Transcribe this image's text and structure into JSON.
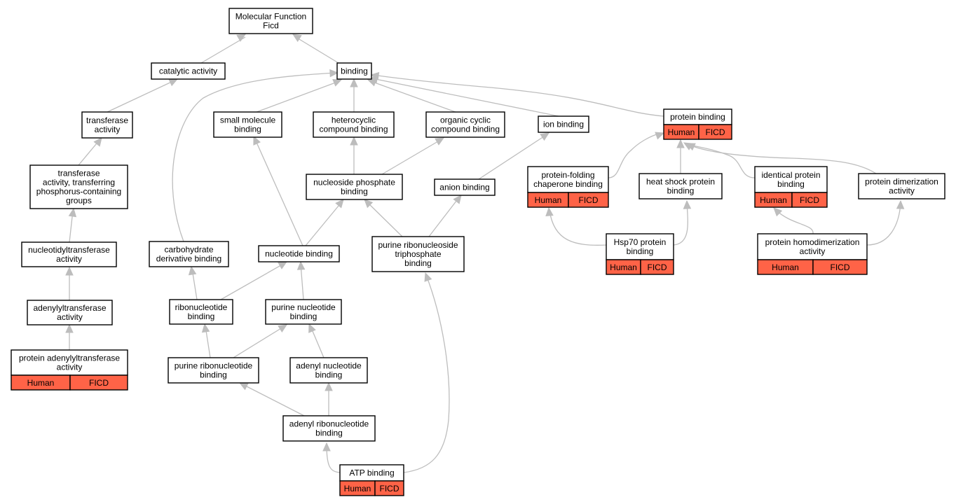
{
  "colors": {
    "annotation_fill": "#ff6347",
    "edge": "#bdbdbd",
    "node_border": "#000000",
    "node_fill": "#ffffff"
  },
  "nodes": {
    "root": {
      "lines": [
        "Molecular Function",
        "Ficd"
      ]
    },
    "catalytic": {
      "lines": [
        "catalytic activity"
      ]
    },
    "binding": {
      "lines": [
        "binding"
      ]
    },
    "transferase": {
      "lines": [
        "transferase",
        "activity"
      ]
    },
    "transferase_p": {
      "lines": [
        "transferase",
        "activity, transferring",
        "phosphorus-containing",
        "groups"
      ]
    },
    "nucleotidyltransferase": {
      "lines": [
        "nucleotidyltransferase",
        "activity"
      ]
    },
    "adenylyltransferase": {
      "lines": [
        "adenylyltransferase",
        "activity"
      ]
    },
    "protein_adenylyltransferase": {
      "lines": [
        "protein adenylyltransferase",
        "activity"
      ],
      "annotation": [
        "Human",
        "FICD"
      ]
    },
    "small_molecule": {
      "lines": [
        "small molecule",
        "binding"
      ]
    },
    "heterocyclic": {
      "lines": [
        "heterocyclic",
        "compound binding"
      ]
    },
    "organic_cyclic": {
      "lines": [
        "organic cyclic",
        "compound binding"
      ]
    },
    "ion_binding": {
      "lines": [
        "ion binding"
      ]
    },
    "protein_binding": {
      "lines": [
        "protein binding"
      ],
      "annotation": [
        "Human",
        "FICD"
      ]
    },
    "nucleoside_phosphate": {
      "lines": [
        "nucleoside phosphate",
        "binding"
      ]
    },
    "anion_binding": {
      "lines": [
        "anion binding"
      ]
    },
    "carbohydrate_derivative": {
      "lines": [
        "carbohydrate",
        "derivative binding"
      ]
    },
    "nucleotide_binding": {
      "lines": [
        "nucleotide binding"
      ]
    },
    "purine_ribonucleoside_tp": {
      "lines": [
        "purine ribonucleoside",
        "triphosphate",
        "binding"
      ]
    },
    "ribonucleotide": {
      "lines": [
        "ribonucleotide",
        "binding"
      ]
    },
    "purine_nucleotide": {
      "lines": [
        "purine nucleotide",
        "binding"
      ]
    },
    "purine_ribonucleotide": {
      "lines": [
        "purine ribonucleotide",
        "binding"
      ]
    },
    "adenyl_nucleotide": {
      "lines": [
        "adenyl nucleotide",
        "binding"
      ]
    },
    "adenyl_ribonucleotide": {
      "lines": [
        "adenyl ribonucleotide",
        "binding"
      ]
    },
    "atp_binding": {
      "lines": [
        "ATP binding"
      ],
      "annotation": [
        "Human",
        "FICD"
      ]
    },
    "protein_folding_chaperone": {
      "lines": [
        "protein-folding",
        "chaperone binding"
      ],
      "annotation": [
        "Human",
        "FICD"
      ]
    },
    "heat_shock": {
      "lines": [
        "heat shock protein",
        "binding"
      ]
    },
    "identical_protein": {
      "lines": [
        "identical protein",
        "binding"
      ],
      "annotation": [
        "Human",
        "FICD"
      ]
    },
    "protein_dimerization": {
      "lines": [
        "protein dimerization",
        "activity"
      ]
    },
    "hsp70": {
      "lines": [
        "Hsp70 protein",
        "binding"
      ],
      "annotation": [
        "Human",
        "FICD"
      ]
    },
    "protein_homodimerization": {
      "lines": [
        "protein homodimerization",
        "activity"
      ],
      "annotation": [
        "Human",
        "FICD"
      ]
    }
  }
}
